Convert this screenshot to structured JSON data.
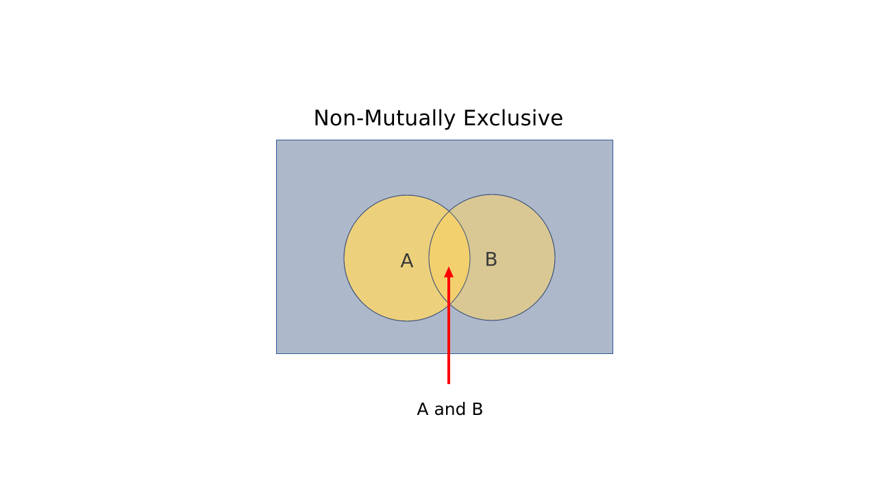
{
  "diagram": {
    "title": "Non-Mutually Exclusive",
    "sets": [
      {
        "label": "A",
        "fill": "#ECD07C"
      },
      {
        "label": "B",
        "fill": "#D9C894"
      }
    ],
    "intersection": {
      "fill": "#F2D06E"
    },
    "callout": {
      "label": "A and B",
      "color": "#FF0000"
    },
    "colors": {
      "universe_fill": "#ADB9CA",
      "universe_stroke": "#2F5597",
      "circle_stroke": "#3B4E7A"
    }
  }
}
